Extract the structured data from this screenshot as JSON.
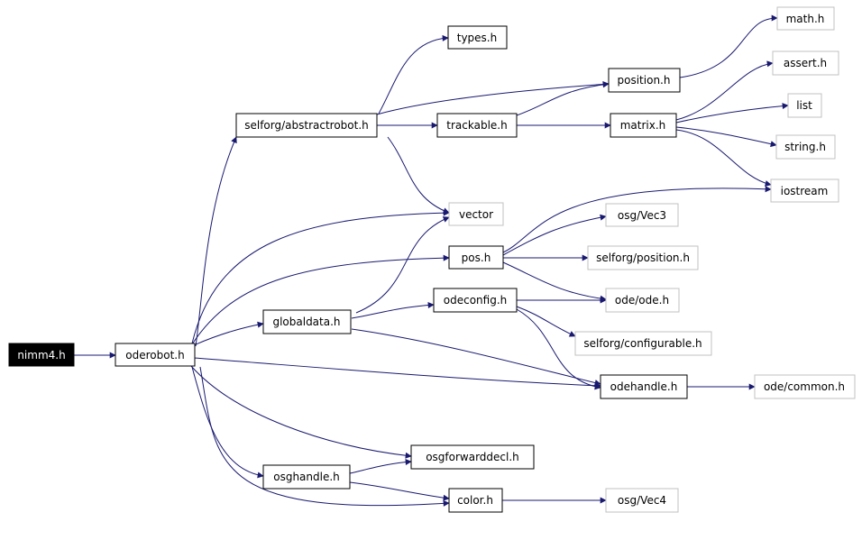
{
  "colors": {
    "edge": "#191970",
    "border_documented": "#000000",
    "border_external": "#c0c0c0",
    "root_fill": "#000000",
    "root_text": "#ffffff",
    "fill": "#ffffff",
    "text": "#000000"
  },
  "nodes": [
    {
      "id": "nimm4",
      "label": "nimm4.h",
      "kind": "root"
    },
    {
      "id": "oderobot",
      "label": "oderobot.h",
      "kind": "documented"
    },
    {
      "id": "abstractrobot",
      "label": "selforg/abstractrobot.h",
      "kind": "documented"
    },
    {
      "id": "types",
      "label": "types.h",
      "kind": "documented"
    },
    {
      "id": "position",
      "label": "position.h",
      "kind": "documented"
    },
    {
      "id": "trackable",
      "label": "trackable.h",
      "kind": "documented"
    },
    {
      "id": "matrix",
      "label": "matrix.h",
      "kind": "documented"
    },
    {
      "id": "math",
      "label": "math.h",
      "kind": "external"
    },
    {
      "id": "assert",
      "label": "assert.h",
      "kind": "external"
    },
    {
      "id": "list",
      "label": "list",
      "kind": "external"
    },
    {
      "id": "string",
      "label": "string.h",
      "kind": "external"
    },
    {
      "id": "iostream",
      "label": "iostream",
      "kind": "external"
    },
    {
      "id": "vector",
      "label": "vector",
      "kind": "external"
    },
    {
      "id": "pos",
      "label": "pos.h",
      "kind": "documented"
    },
    {
      "id": "osgvec3",
      "label": "osg/Vec3",
      "kind": "external"
    },
    {
      "id": "selforgposition",
      "label": "selforg/position.h",
      "kind": "external"
    },
    {
      "id": "globaldata",
      "label": "globaldata.h",
      "kind": "documented"
    },
    {
      "id": "odeconfig",
      "label": "odeconfig.h",
      "kind": "documented"
    },
    {
      "id": "odeode",
      "label": "ode/ode.h",
      "kind": "external"
    },
    {
      "id": "configurable",
      "label": "selforg/configurable.h",
      "kind": "external"
    },
    {
      "id": "odehandle",
      "label": "odehandle.h",
      "kind": "documented"
    },
    {
      "id": "odecommon",
      "label": "ode/common.h",
      "kind": "external"
    },
    {
      "id": "osgforwarddecl",
      "label": "osgforwarddecl.h",
      "kind": "documented"
    },
    {
      "id": "osghandle",
      "label": "osghandle.h",
      "kind": "documented"
    },
    {
      "id": "color",
      "label": "color.h",
      "kind": "documented"
    },
    {
      "id": "osgvec4",
      "label": "osg/Vec4",
      "kind": "external"
    }
  ]
}
